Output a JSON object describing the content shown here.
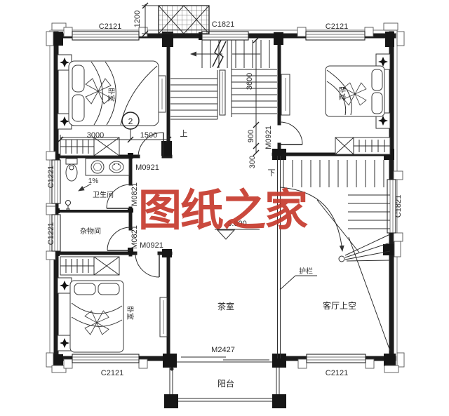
{
  "drawing": {
    "watermark": "图纸之家",
    "elevation": "3.800",
    "axis_bubble": "2"
  },
  "rooms": {
    "bedroom": "卧室",
    "bathroom": "卫生间",
    "storage": "杂物间",
    "tea_room": "茶室",
    "living_room_void": "客厅上空",
    "balcony": "阳台"
  },
  "windows": {
    "c2121": "C2121",
    "c1821": "C1821",
    "c1221": "C1221"
  },
  "doors": {
    "m0921": "M0921",
    "m0821": "M0821",
    "m2427": "M2427"
  },
  "dimensions": {
    "d1200": "1200",
    "d3000": "3000",
    "d1500": "1500",
    "d3600": "3600",
    "d900": "900",
    "d300": "300"
  },
  "annotations": {
    "slope": "1%",
    "up": "上",
    "down": "下",
    "railing": "护栏"
  },
  "colors": {
    "watermark": "#c63a2c",
    "ink": "#1c1c1c"
  }
}
